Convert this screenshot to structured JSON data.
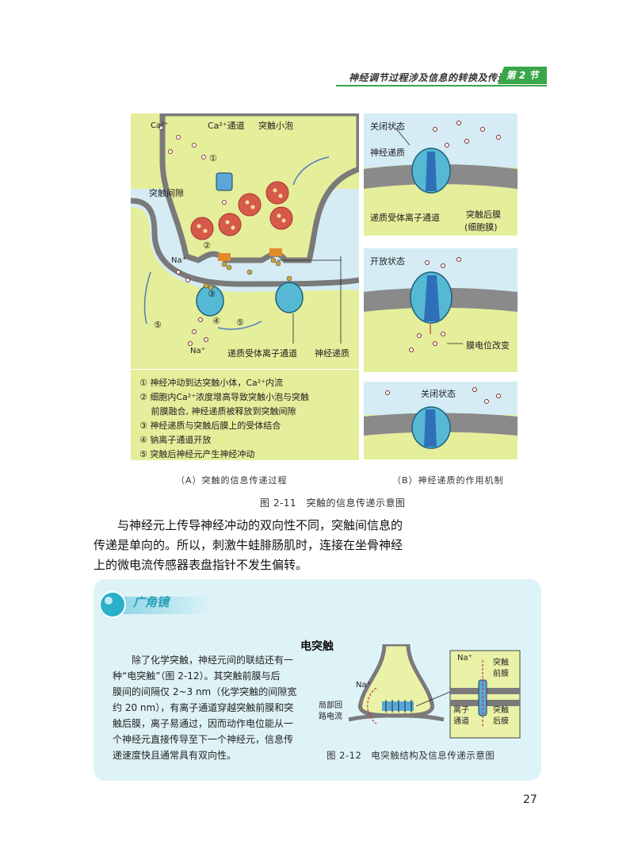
{
  "header": {
    "title": "神经调节过程涉及信息的转换及传递",
    "section": "第 2 节"
  },
  "figure_a": {
    "labels": {
      "ca": "Ca²⁺",
      "ca_channel": "Ca²⁺通道",
      "vesicle": "突触小泡",
      "cleft": "突触间隙",
      "na_top": "Na⁺",
      "na_bottom": "Na⁺",
      "receptor_channel": "递质受体离子通道",
      "transmitter": "神经递质"
    },
    "steps": {
      "s1": "①",
      "s2": "②",
      "s3": "③",
      "s4": "④",
      "s5a": "⑤",
      "s5b": "⑤"
    },
    "legend": [
      "① 神经冲动到达突触小体，Ca²⁺内流",
      "② 细胞内Ca²⁺浓度增高导致突触小泡与突触",
      "　 前膜融合, 神经递质被释放到突触间隙",
      "③ 神经递质与突触后膜上的受体结合",
      "④ 钠离子通道开放",
      "⑤ 突触后神经元产生神经冲动"
    ],
    "caption": "（A）突触的信息传递过程"
  },
  "figure_b": {
    "panel1": {
      "state": "关闭状态",
      "transmitter": "神经递质",
      "channel": "递质受体离子通道",
      "membrane": "突触后膜",
      "membrane_note": "(细胞膜)"
    },
    "panel2": {
      "state": "开放状态",
      "potential": "膜电位改变"
    },
    "panel3": {
      "state": "关闭状态"
    },
    "caption": "（B）神经递质的作用机制"
  },
  "figure_caption": "图 2-11　突触的信息传递示意图",
  "paragraph": [
    "　　与神经元上传导神经冲动的双向性不同，突触间信息的",
    "传递是单向的。所以，刺激牛蛙腓肠肌时，连接在坐骨神经",
    "上的微电流传感器表盘指针不发生偏转。"
  ],
  "box": {
    "title": "广角镜",
    "heading": "电突触",
    "text": [
      "　　除了化学突触，神经元间的联结还有一",
      "种“电突触”（图 2-12）。其突触前膜与后",
      "膜间的间隔仅 2~3 nm（化学突触的间隙宽",
      "约 20 nm），有离子通道穿越突触前膜和突",
      "触后膜，离子易通过，因而动作电位能从一",
      "个神经元直接传导至下一个神经元，信息传",
      "递速度快且通常具有双向性。"
    ],
    "figure": {
      "na": "Na⁺",
      "local_current_1": "局部回",
      "local_current_2": "路电流",
      "na2": "Na⁺",
      "pre_1": "突触",
      "pre_2": "前膜",
      "ion_1": "离子",
      "ion_2": "通道",
      "post_1": "突触",
      "post_2": "后膜"
    },
    "figure_caption": "图 2-12　电突触结构及信息传递示意图"
  },
  "page_number": "27"
}
